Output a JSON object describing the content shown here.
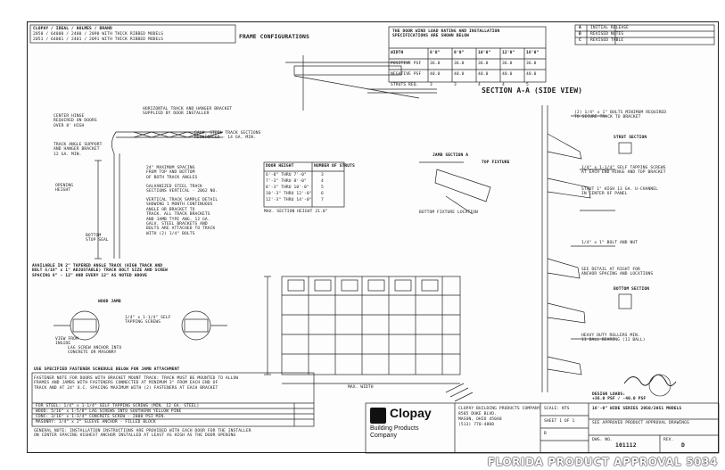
{
  "header": {
    "models_line1": "CLOPAY / IDEAL / HOLMES / BRAND",
    "models_line2": "2050 / 64000 / 2400 / 2090 WITH THICK RIBBED MODELS",
    "models_line3": "2051 / 64001 / 2401 / 2091 WITH THICK RIBBED MODELS"
  },
  "labels": {
    "frame_config": "FRAME CONFIGURATIONS",
    "center_hinge": "CENTER HINGE\nREQUIRED ON DOORS\nOVER 8' HIGH",
    "horizontal_track": "HORIZONTAL TRACK AND HANGER BRACKET\nSUPPLIED BY DOOR INSTALLER",
    "galv_steel": "GALV. STEEL TRACK SECTIONS\nREINFORCED - 14 GA. MIN.",
    "track_angle": "TRACK ANGLE SUPPORT\nAND HANGER BRACKET\n12 GA. MIN.",
    "max_spacing": "24\" MAXIMUM SPACING\nFROM TOP AND BOTTOM\nOF BOTH TRACK ANGLES",
    "galv_steel_track": "GALVANIZED STEEL TRACK\nSECTIONS VERTICAL - 2062 NO.",
    "vertical_track": "VERTICAL TRACK SAMPLE DETAIL\nSHOWING 1 MONTH CONTINUOUS\nANGLE OR BRACKET TO\nTRACK. ALL TRACK BRACKETS\nAND JAMB TYPE ANG. 12 GA.\nGALV. STEEL BRACKETS AND\nBOLTS ARE ATTACHED TO TRACK\nWITH (2) 1/4\" BOLTS",
    "opening_height": "OPENING\nHEIGHT",
    "bottom_seal": "BOTTOM\nSTOP SEAL",
    "available_note": "AVAILABLE IN 2\" TAPERED ANGLE TRACK (HIGH TRACK AND\nBOLT 5/16\" x 1\" ADJUSTABLE) TRACK BOLT SIZE AND SCREW\nSPACING 8\" - 12\" AND EVERY 12\" AS NOTED ABOVE",
    "section_aa": "SECTION A-A (SIDE VIEW)",
    "jamb_a": "JAMB SECTION A",
    "bottom_fixture": "BOTTOM FIXTURE LOCATION",
    "max_width": "MAX. WIDTH",
    "scale_note": "MAX. SECTION HEIGHT 21.0\"",
    "fastener_note": "FASTENER NOTE FOR DOORS WITH BRACKET MOUNT TRACK: TRACK MUST BE MOUNTED TO ALLOW\nFRAMES AND JAMBS WITH FASTENERS CONNECTED AT MINIMUM 3\" FROM EACH END OF\nTRACK AND AT 24\" O.C. SPACING MAXIMUM WITH (2) FASTENERS AT EACH BRACKET",
    "sched_title": "USE SPECIFIED FASTENER SCHEDULE BELOW FOR JAMB ATTACHMENT",
    "gen_note": "GENERAL NOTE: INSTALLATION INSTRUCTIONS ARE PROVIDED WITH EACH DOOR FOR THE INSTALLER\nON CENTER SPACING HIGHEST ANCHOR INSTALLED AT LEAST AS HIGH AS THE DOOR OPENING",
    "view_from": "VIEW FROM\nINSIDE",
    "screw_note": "1/4\" x 1-1/4\" SELF\nTAPPING SCREWS",
    "jamb_label": "WOOD JAMB",
    "anchor_note": "LAG SCREW ANCHOR INTO\nCONCRETE OR MASONRY",
    "right_note1": "(2) 1/4\" x 1\" BOLTS MINIMUM REQUIRED\nTO SECURE TRACK TO BRACKET",
    "right_note2": "1/4\" x 1-1/4\" SELF TAPPING SCREWS\nAT EACH END HINGE AND TOP BRACKET",
    "right_note3": "STRUT 1\" HIGH 13 GA. U-CHANNEL\nIN CENTER OF PANEL",
    "right_note4": "1/4\" x 1\" BOLT AND NUT",
    "right_note5": "SEE DETAIL AT RIGHT FOR\nANCHOR SPACING AND LOCATIONS",
    "right_note6": "HEAVY DUTY ROLLERS MIN.\n11 BALL BEARING (11 BALL)",
    "strut_section": "STRUT SECTION",
    "bottom_section": "BOTTOM SECTION",
    "top_fixture": "TOP FIXTURE",
    "design_loads": "DESIGN LOADS:\n+36.0 PSF / -40.0 PSF",
    "drawing_note": "SEE APPROVED PRODUCT APPROVAL DRAWINGS"
  },
  "pressure_table": {
    "title": "THE DOOR WIND LOAD RATING AND INSTALLATION\nSPECIFICATIONS ARE SHOWN BELOW",
    "headers": [
      "WIDTH",
      "8'0\"",
      "9'0\"",
      "10'0\"",
      "12'0\"",
      "16'0\""
    ],
    "rows": [
      [
        "POSITIVE PSF",
        "36.0",
        "36.0",
        "36.0",
        "36.0",
        "36.0"
      ],
      [
        "NEGATIVE PSF",
        "40.0",
        "40.0",
        "40.0",
        "40.0",
        "40.0"
      ],
      [
        "STRUTS REQ.",
        "3",
        "3",
        "4",
        "4",
        "5"
      ]
    ]
  },
  "strut_table": {
    "headers": [
      "DOOR HEIGHT",
      "NUMBER OF STRUTS"
    ],
    "rows": [
      [
        "6'-0\" THRU 7'-0\"",
        "3"
      ],
      [
        "7'-3\" THRU 8'-0\"",
        "4"
      ],
      [
        "8'-3\" THRU 10'-0\"",
        "5"
      ],
      [
        "10'-3\" THRU 12'-0\"",
        "6"
      ],
      [
        "12'-3\" THRU 14'-0\"",
        "7"
      ]
    ]
  },
  "sched_rows": [
    "FOR STEEL: 1/4\" x 1-1/4\" SELF TAPPING SCREWS (MIN. 12 GA. STEEL)",
    "WOOD: 5/16\" x 1-5/8\" LAG SCREWS INTO SOUTHERN YELLOW PINE",
    "CONC: 3/16\" x 1-3/4\" CONCRETE SCREW - 2000 PSI MIN.",
    "MASONRY: 1/4\" x 2\" SLEEVE ANCHOR - FILLED BLOCK"
  ],
  "revisions": {
    "rows": [
      [
        "A",
        "INITIAL RELEASE"
      ],
      [
        "B",
        "REVISED NOTES"
      ],
      [
        "C",
        "REVISED TABLE"
      ]
    ]
  },
  "title_block": {
    "company_line1": "CLOPAY BUILDING PRODUCTS COMPANY",
    "company_line2": "8585 DUKE BLVD.",
    "company_line3": "MASON, OHIO 45040",
    "company_line4": "(513) 770-4800",
    "logo_text": "Clopay",
    "logo_sub": "Building Products\nCompany",
    "desc": "16'-0\" WIDE SERIES 2050/2051 MODELS",
    "dwg_no_label": "DWG. NO.",
    "dwg_no": "101112",
    "rev": "REV.",
    "rev_val": "D",
    "scale": "SCALE: NTS",
    "sheet": "SHEET 1 OF 1",
    "size": "B"
  },
  "stamp": "FLORIDA PRODUCT APPROVAL 5034"
}
